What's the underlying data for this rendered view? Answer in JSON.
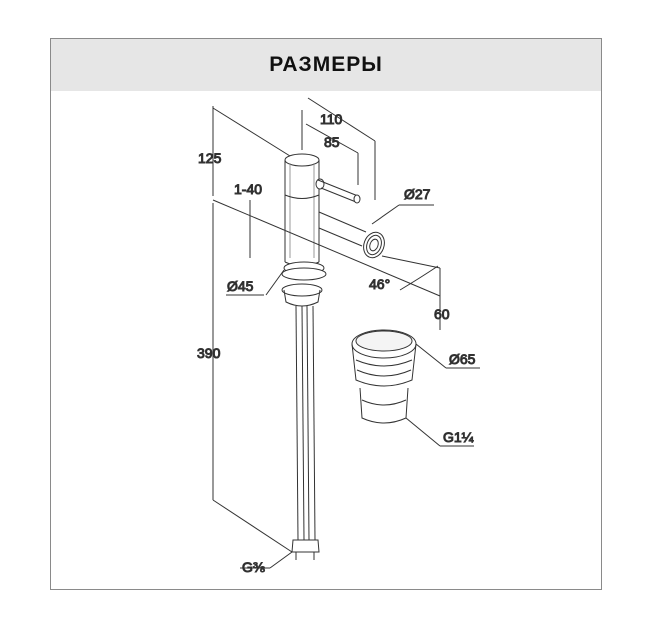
{
  "header": {
    "title": "РАЗМЕРЫ"
  },
  "dimensions": {
    "d110": "110",
    "d85": "85",
    "d125": "125",
    "d1_40": "1-40",
    "d27": "Ø27",
    "d45": "Ø45",
    "d46": "46°",
    "d60": "60",
    "d390": "390",
    "d65": "Ø65",
    "g114": "G1¼",
    "g38": "G⅜"
  }
}
